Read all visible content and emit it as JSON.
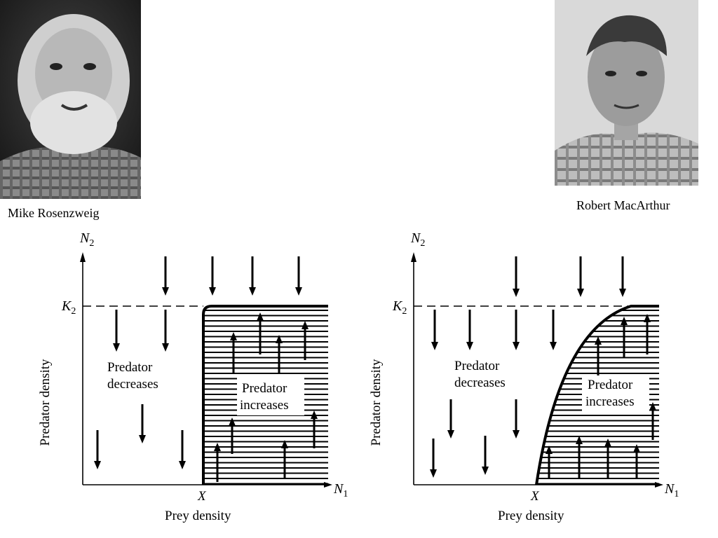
{
  "captions": {
    "left_photo": "Mike Rosenzweig",
    "right_photo": "Robert MacArthur"
  },
  "diagrams": [
    {
      "y_var": "N",
      "y_sub": "2",
      "x_var": "N",
      "x_sub": "1",
      "k_var": "K",
      "k_sub": "2",
      "threshold": "X",
      "y_label": "Predator density",
      "x_label": "Prey density",
      "region_left": [
        "Predator",
        "decreases"
      ],
      "region_right": [
        "Predator",
        "increases"
      ]
    },
    {
      "y_var": "N",
      "y_sub": "2",
      "x_var": "N",
      "x_sub": "1",
      "k_var": "K",
      "k_sub": "2",
      "threshold": "X",
      "y_label": "Predator density",
      "x_label": "Prey density",
      "region_left": [
        "Predator",
        "decreases"
      ],
      "region_right": [
        "Predator",
        "increases"
      ]
    }
  ]
}
